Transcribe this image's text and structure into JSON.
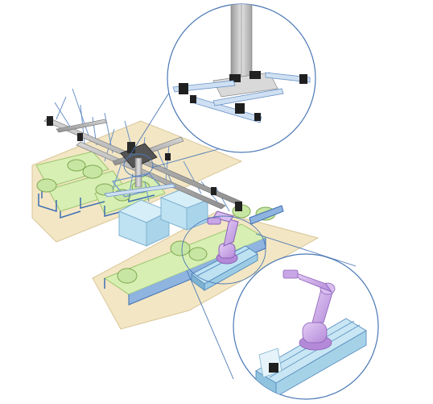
{
  "figure": {
    "parts": {
      "gantry": "overhead-gantry-system",
      "robot": "articulated-robot-arm",
      "inset_top": "gantry-carriage-detail",
      "inset_bottom": "robot-on-linear-rail-detail"
    },
    "colors": {
      "floor": "#f3e6c4",
      "floor_stroke": "#d9c79a",
      "frame_blue": "#6a93c8",
      "frame_dark": "#2d5fa0",
      "green_pad": "#d7efb3",
      "green_stroke": "#9cc56d",
      "box_blue": "#bfe2f2",
      "box_stroke": "#7fb3d0",
      "beam_gray": "#a8a8a8",
      "robot_purple": "#c9a6e6",
      "robot_stroke": "#8b62b8",
      "circle_stroke": "#4a78b5",
      "rail_blue": "#a9d6ee"
    }
  }
}
